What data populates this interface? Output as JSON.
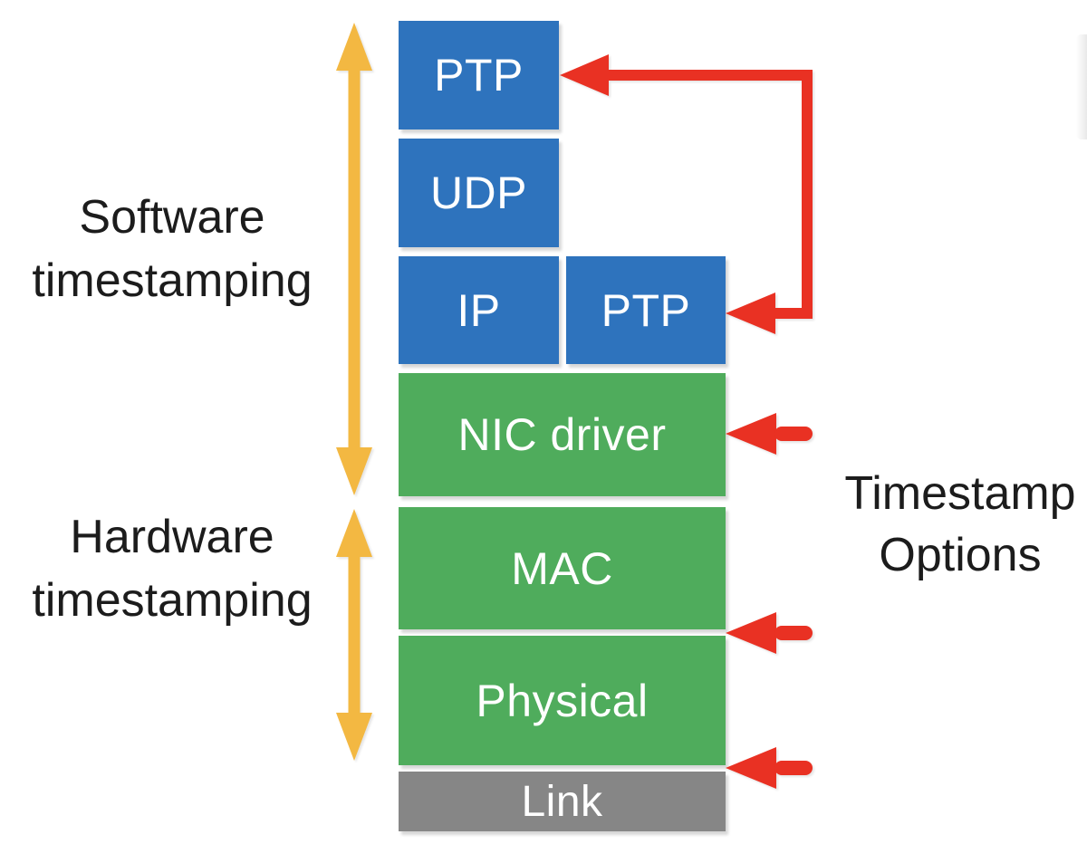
{
  "colors": {
    "blue": "#2E73BD",
    "green": "#4FAC5C",
    "gray": "#868686",
    "red": "#E93123",
    "yellow": "#F3B842",
    "label-text": "#1C1C1C",
    "box-text": "#FFFFFF",
    "background": "#FFFFFF"
  },
  "stack": {
    "boxes": [
      {
        "label": "PTP",
        "color": "blue"
      },
      {
        "label": "UDP",
        "color": "blue"
      },
      {
        "label": "IP",
        "color": "blue"
      },
      {
        "label": "PTP",
        "color": "blue"
      },
      {
        "label": "NIC driver",
        "color": "green"
      },
      {
        "label": "MAC",
        "color": "green"
      },
      {
        "label": "Physical",
        "color": "green"
      },
      {
        "label": "Link",
        "color": "gray"
      }
    ]
  },
  "annotations": {
    "software": {
      "line1": "Software",
      "line2": "timestamping"
    },
    "hardware": {
      "line1": "Hardware",
      "line2": "timestamping"
    },
    "options": {
      "line1": "Timestamp",
      "line2": "Options"
    }
  },
  "icons": [
    "software-range-arrow",
    "hardware-range-arrow",
    "timestamp-arrow-ptp-app",
    "timestamp-arrow-ptp-l2",
    "timestamp-arrow-nic-driver",
    "timestamp-arrow-mac",
    "timestamp-arrow-physical"
  ]
}
